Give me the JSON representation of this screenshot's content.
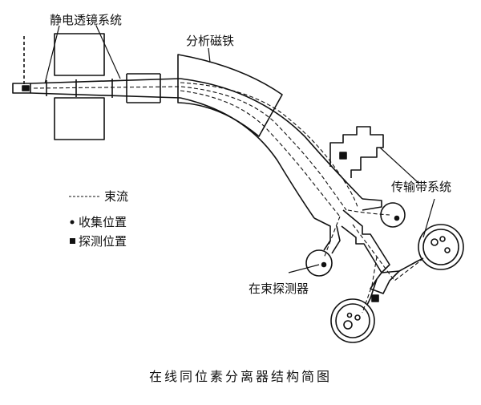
{
  "labels": {
    "lens_system": "静电透镜系统",
    "analyzer_magnet": "分析磁铁",
    "transport_system": "传输带系统",
    "inbeam_detector": "在束探测器"
  },
  "legend": {
    "beam": "束流",
    "collect": "收集位置",
    "detect": "探测位置"
  },
  "caption": "在线同位素分离器结构简图"
}
